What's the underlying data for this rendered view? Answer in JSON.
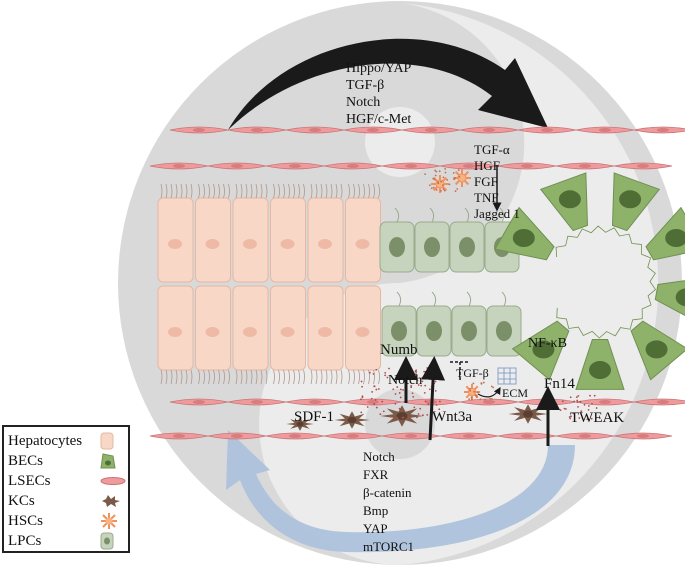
{
  "labels": {
    "top_pathways": [
      "Hippo/YAP",
      "TGF-β",
      "Notch",
      "HGF/c-Met"
    ],
    "hsc_factors": [
      "TGF-α",
      "HGF",
      "FGF",
      "TNF",
      "Jagged 1"
    ],
    "numb": "Numb",
    "notch_mid": "Notch",
    "tgfb_mid": "TGF-β",
    "ecm": "ECM",
    "nfkb": "NF-κB",
    "fn14": "Fn14",
    "sdf1": "SDF-1",
    "wnt3a": "Wnt3a",
    "tweak": "TWEAK",
    "bottom_pathways": [
      "Notch",
      "FXR",
      "β-catenin",
      "Bmp",
      "YAP",
      "mTORC1"
    ]
  },
  "legend": {
    "items": [
      {
        "label": "Hepatocytes",
        "icon": "hepatocyte-icon"
      },
      {
        "label": "BECs",
        "icon": "bec-icon"
      },
      {
        "label": "LSECs",
        "icon": "lsec-icon"
      },
      {
        "label": "KCs",
        "icon": "kc-icon"
      },
      {
        "label": "HSCs",
        "icon": "hsc-icon"
      },
      {
        "label": "LPCs",
        "icon": "lpc-icon"
      }
    ]
  },
  "colors": {
    "circle": "#d9d9d9",
    "swirl_light": "#efefef",
    "hepatocyte": "#f9d7c6",
    "lsec": "#ef9a9c",
    "bec": "#8fb26a",
    "lpc": "#c6d3bd",
    "kc": "#7a5a48",
    "hsc": "#f2905a",
    "arrow_dark": "#1a1a1a",
    "arrow_blue": "#aac1dc"
  }
}
